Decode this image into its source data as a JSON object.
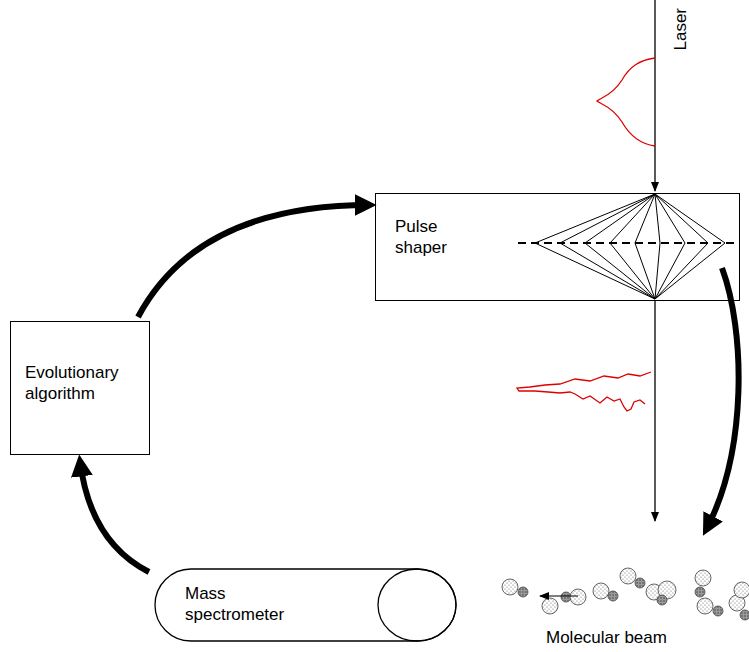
{
  "diagram": {
    "nodes": [
      {
        "text": [
          "Pulse shaper"
        ]
      },
      {
        "text": [
          "Evolutionary algorithm"
        ]
      },
      {
        "text": [
          "Mass spectrometer"
        ]
      }
    ],
    "edges": [
      {
        "from": 1,
        "to": 0,
        "arrow": "to"
      },
      {
        "from": 2,
        "to": 1,
        "arrow": "to"
      }
    ],
    "labels": [
      "Laser",
      "Molecular beam"
    ]
  }
}
